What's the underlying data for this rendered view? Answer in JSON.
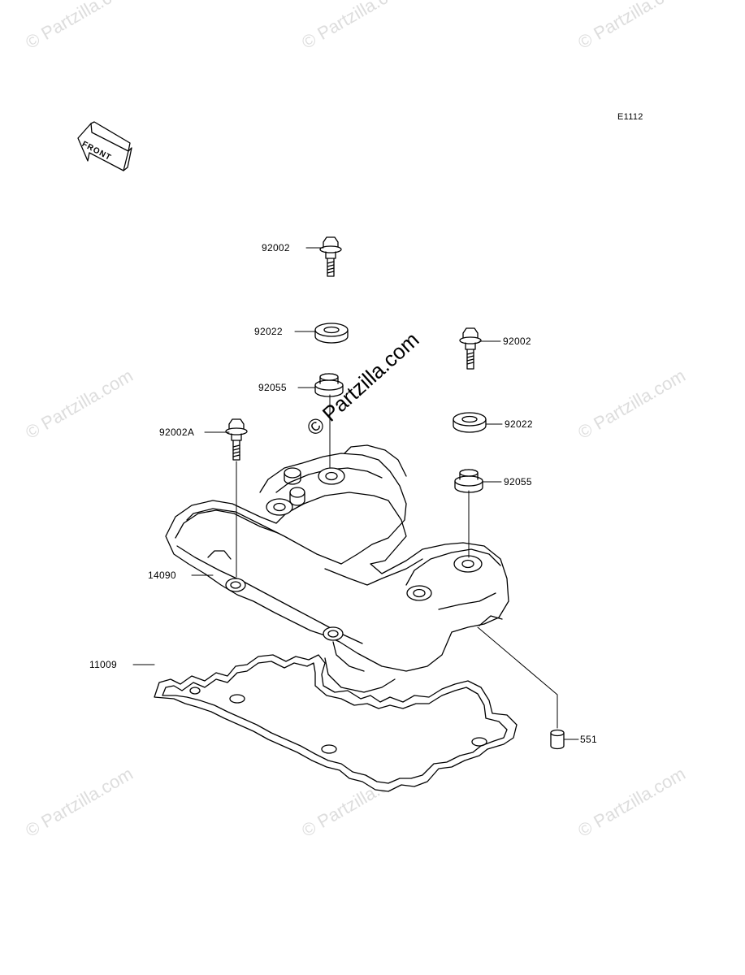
{
  "diagram": {
    "code": "E1112",
    "front_label": "FRONT",
    "watermark": "© Partzilla.com",
    "watermark_main": "© Partzilla.com",
    "parts": [
      {
        "id": "p1",
        "label": "92002"
      },
      {
        "id": "p2",
        "label": "92022"
      },
      {
        "id": "p3",
        "label": "92002"
      },
      {
        "id": "p4",
        "label": "92055"
      },
      {
        "id": "p5",
        "label": "92002A"
      },
      {
        "id": "p6",
        "label": "92022"
      },
      {
        "id": "p7",
        "label": "92055"
      },
      {
        "id": "p8",
        "label": "14090"
      },
      {
        "id": "p9",
        "label": "11009"
      },
      {
        "id": "p10",
        "label": "551"
      }
    ]
  }
}
